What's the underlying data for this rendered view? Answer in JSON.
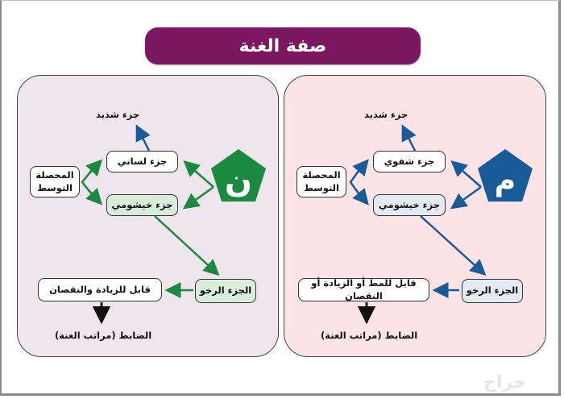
{
  "title": "صفة الغنة",
  "colors": {
    "title_bg": "#7b1660",
    "left_panel_bg": "#efe5ec",
    "right_panel_bg": "#fbe3e6",
    "green_accent": "#1a8a3e",
    "blue_accent": "#175b98",
    "green_box_fill": "#d8eedb",
    "blue_box_fill": "#e3eaf3"
  },
  "left_panel": {
    "letter": "ن",
    "letter_icon": "green-pentagon-noon",
    "strong_part": "جزء شديد",
    "tongue_part": "جزء لساني",
    "nasal_part": "جزء خيشومي",
    "result": "المحصلة التوسط",
    "result_line1": "المحصلة",
    "result_line2": "التوسط",
    "soft_part": "الجزء الرخو",
    "capacity": "قابل للزيادة والنقصان",
    "control": "الضابط (مراتب الغنة)"
  },
  "right_panel": {
    "letter": "م",
    "letter_icon": "blue-pentagon-meem",
    "strong_part": "جزء شديد",
    "lip_part": "جزء شفوي",
    "nasal_part": "جزء خيشومي",
    "result": "المحصلة التوسط",
    "result_line1": "المحصلة",
    "result_line2": "التوسط",
    "soft_part": "الجزء الرخو",
    "capacity": "قابل للمط أو الزيادة أو النقصان",
    "control": "الضابط (مراتب الغنة)"
  },
  "watermark": "حراج"
}
